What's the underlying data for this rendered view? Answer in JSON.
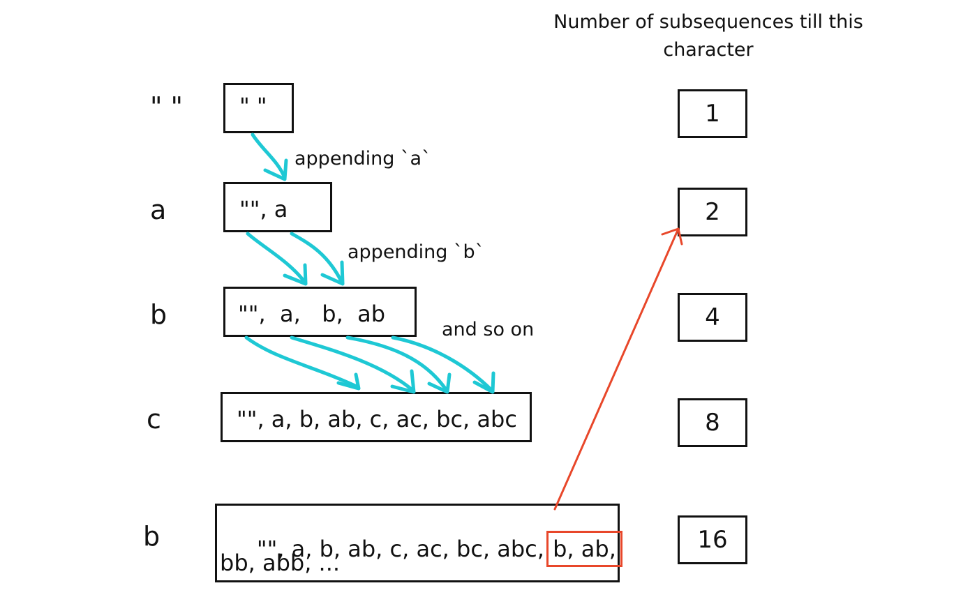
{
  "header": "Number of subsequences till this character",
  "notes": {
    "appending_a": "appending `a`",
    "appending_b": "appending `b`",
    "and_so_on": "and so on"
  },
  "rows": [
    {
      "char": "\" \"",
      "set": "\" \"",
      "count": "1"
    },
    {
      "char": "a",
      "set": "\"\", a",
      "count": "2"
    },
    {
      "char": "b",
      "set": "\"\",  a,   b,  ab",
      "count": "4"
    },
    {
      "char": "c",
      "set": "\"\", a, b, ab, c, ac, bc, abc",
      "count": "8"
    },
    {
      "char": "b",
      "set_line1_prefix": " \"\", a, b, ab, c, ac, bc, abc, ",
      "set_line1_highlight": "b, ab,",
      "set_line2": "bb, abb, ...",
      "count": "16"
    }
  ],
  "colors": {
    "arrow_teal": "#1ec8d4",
    "highlight_red": "#e8472a",
    "ink": "#111111"
  }
}
